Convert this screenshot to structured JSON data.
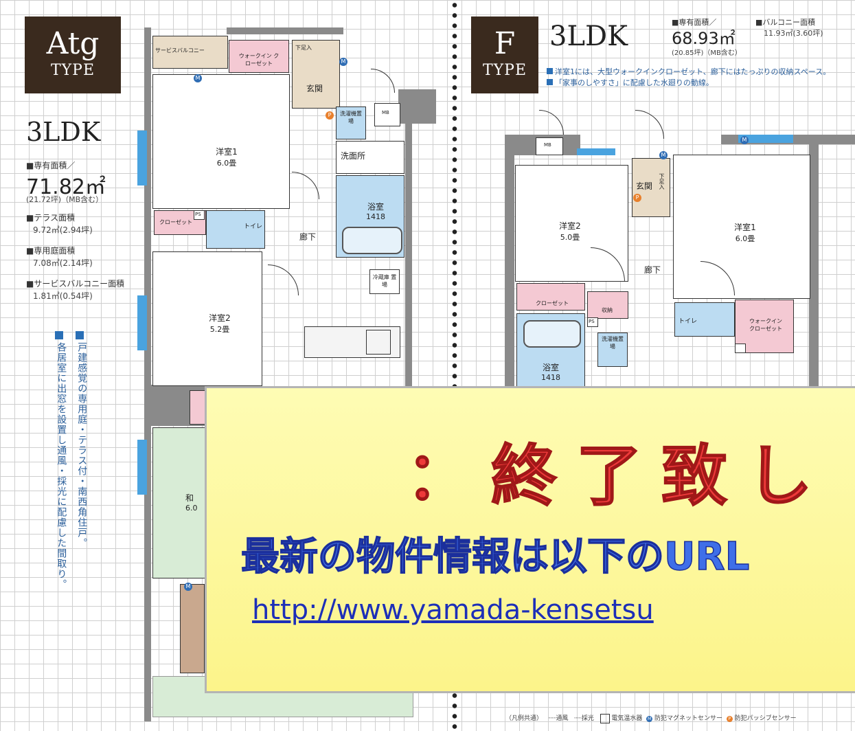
{
  "left_plan": {
    "type_code": "Atg",
    "type_label": "TYPE",
    "layout": "3LDK",
    "area_label": "■専有面積／",
    "area_value": "71.82㎡",
    "area_sub": "(21.72坪)（MB含む）",
    "terrace_label": "■テラス面積",
    "terrace_value": "9.72㎡(2.94坪)",
    "garden_label": "■専用庭面積",
    "garden_value": "7.08㎡(2.14坪)",
    "service_label": "■サービスバルコニー面積",
    "service_value": "1.81㎡(0.54坪)",
    "feature_1": "戸建感覚の専用庭・テラス付・南西角住戸。",
    "feature_2": "各居室に出窓を設置し通風・採光に配慮した間取り。",
    "rooms": {
      "service_balcony": "サービスバルコニー",
      "wic": "ウォークイン クローゼット",
      "shita_ire": "下足入",
      "genkan": "玄関",
      "mb": "MB",
      "washer": "洗濯機置場",
      "washroom": "洗面所",
      "western1": "洋室1",
      "western1_size": "6.0畳",
      "bath": "浴室",
      "bath_size": "1418",
      "closet": "クローゼット",
      "ps": "PS",
      "toilet": "トイレ",
      "hallway": "廊下",
      "western2": "洋室2",
      "western2_size": "5.2畳",
      "fridge": "冷蔵庫 置場",
      "japanese": "和",
      "japanese_size": "6.0"
    }
  },
  "right_plan": {
    "type_code": "F",
    "type_label": "TYPE",
    "layout": "3LDK",
    "area_label": "■専有面積／",
    "area_value": "68.93㎡",
    "area_sub": "(20.85坪)（MB含む）",
    "balcony_label": "■バルコニー面積",
    "balcony_value": "11.93㎡(3.60坪)",
    "feature_1": "洋室1には、大型ウォークインクローゼット、廊下にはたっぷりの収納スペース。",
    "feature_2": "「家事のしやすさ」に配慮した水廻りの動線。",
    "rooms": {
      "mb": "MB",
      "genkan": "玄関",
      "shita_ire": "下足入",
      "western2": "洋室2",
      "western2_size": "5.0畳",
      "western1": "洋室1",
      "western1_size": "6.0畳",
      "hallway": "廊下",
      "closet": "クローゼット",
      "storage": "収納",
      "ps": "PS",
      "toilet": "トイレ",
      "wic": "ウォークイン クローゼット",
      "washer": "洗濯機置場",
      "bath": "浴室",
      "bath_size": "1418"
    },
    "legend": {
      "title": "（凡例共通）",
      "ventilation": "通風",
      "light": "採光",
      "water_heater": "電気温水器",
      "magnet_sensor": "防犯マグネットセンサー",
      "passive_sensor": "防犯パッシブセンサー"
    }
  },
  "overlay": {
    "title": "：終了致し",
    "subtitle": "最新の物件情報は以下のURL",
    "url": "http://www.yamada-kensetsu"
  }
}
